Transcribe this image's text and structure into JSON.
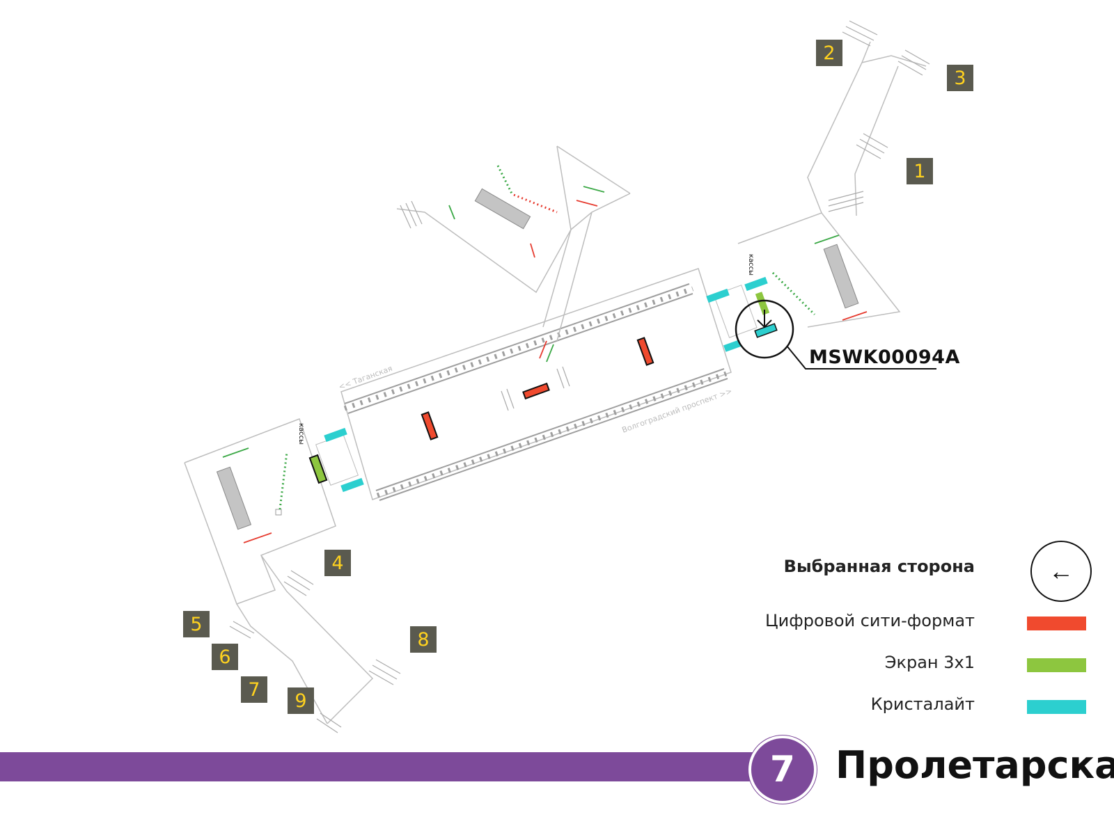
{
  "station": {
    "name": "Пролетарская",
    "line_number": "7",
    "line_color": "#7d4a9a"
  },
  "map": {
    "direction_left": "<< Таганская",
    "direction_right": "Волгоградский проспект >>",
    "cashier_label": "кассы",
    "highlight_code": "MSWK00094A",
    "exits": [
      "1",
      "2",
      "3",
      "4",
      "5",
      "6",
      "7",
      "8",
      "9"
    ]
  },
  "legend": {
    "title": "Выбранная сторона",
    "selected_icon": "left-arrow-icon",
    "items": [
      {
        "label": "Цифровой сити-формат",
        "color": "#f04a2e"
      },
      {
        "label": "Экран 3x1",
        "color": "#8dc63f"
      },
      {
        "label": "Кристалайт",
        "color": "#2ccfcf"
      }
    ]
  },
  "colors": {
    "exit_badge_bg": "#5a5a4f",
    "exit_badge_text": "#ffd21f",
    "arrow_green": "#3aa845",
    "arrow_red": "#e63a2e",
    "outline": "#bdbdbd",
    "track": "#9e9e9e"
  }
}
